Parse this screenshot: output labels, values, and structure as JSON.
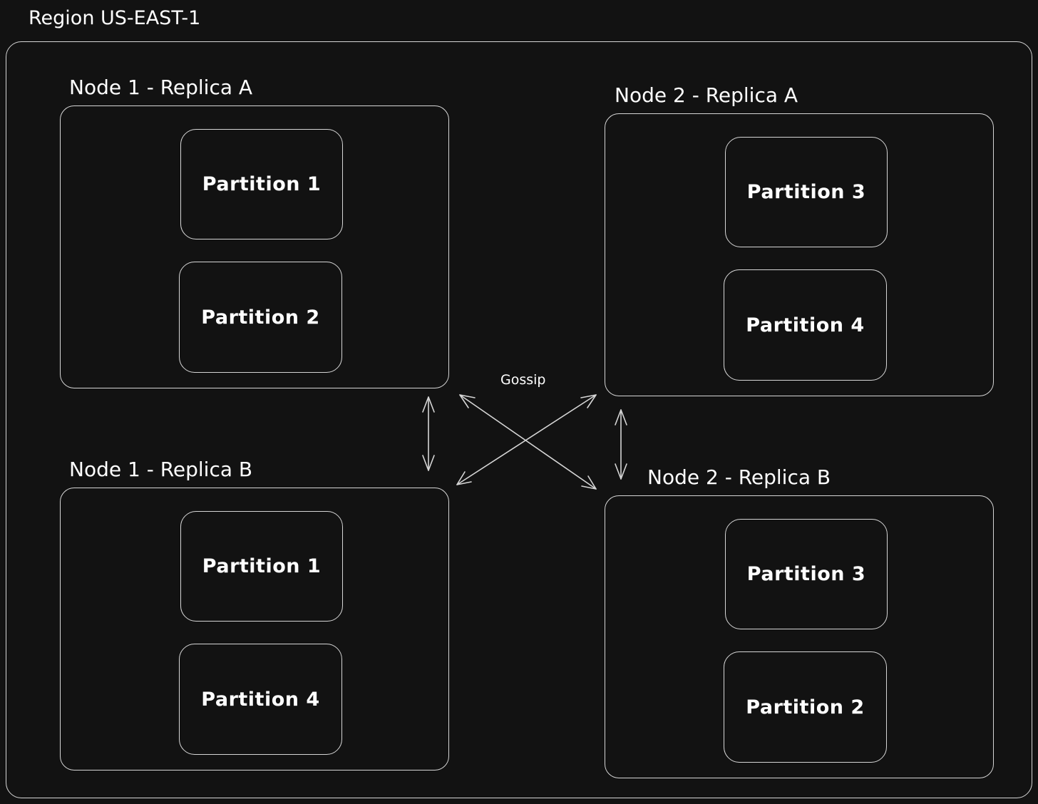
{
  "region": {
    "title": "Region US-EAST-1"
  },
  "nodes": [
    {
      "title": "Node 1 - Replica A",
      "partitions": [
        "Partition 1",
        "Partition 2"
      ]
    },
    {
      "title": "Node 2 - Replica A",
      "partitions": [
        "Partition 3",
        "Partition 4"
      ]
    },
    {
      "title": "Node 1 - Replica B",
      "partitions": [
        "Partition 1",
        "Partition 4"
      ]
    },
    {
      "title": "Node 2 - Replica B",
      "partitions": [
        "Partition 3",
        "Partition 2"
      ]
    }
  ],
  "links": {
    "label": "Gossip"
  },
  "colors": {
    "background": "#121212",
    "stroke": "#d6d6d6",
    "text": "#ffffff"
  }
}
